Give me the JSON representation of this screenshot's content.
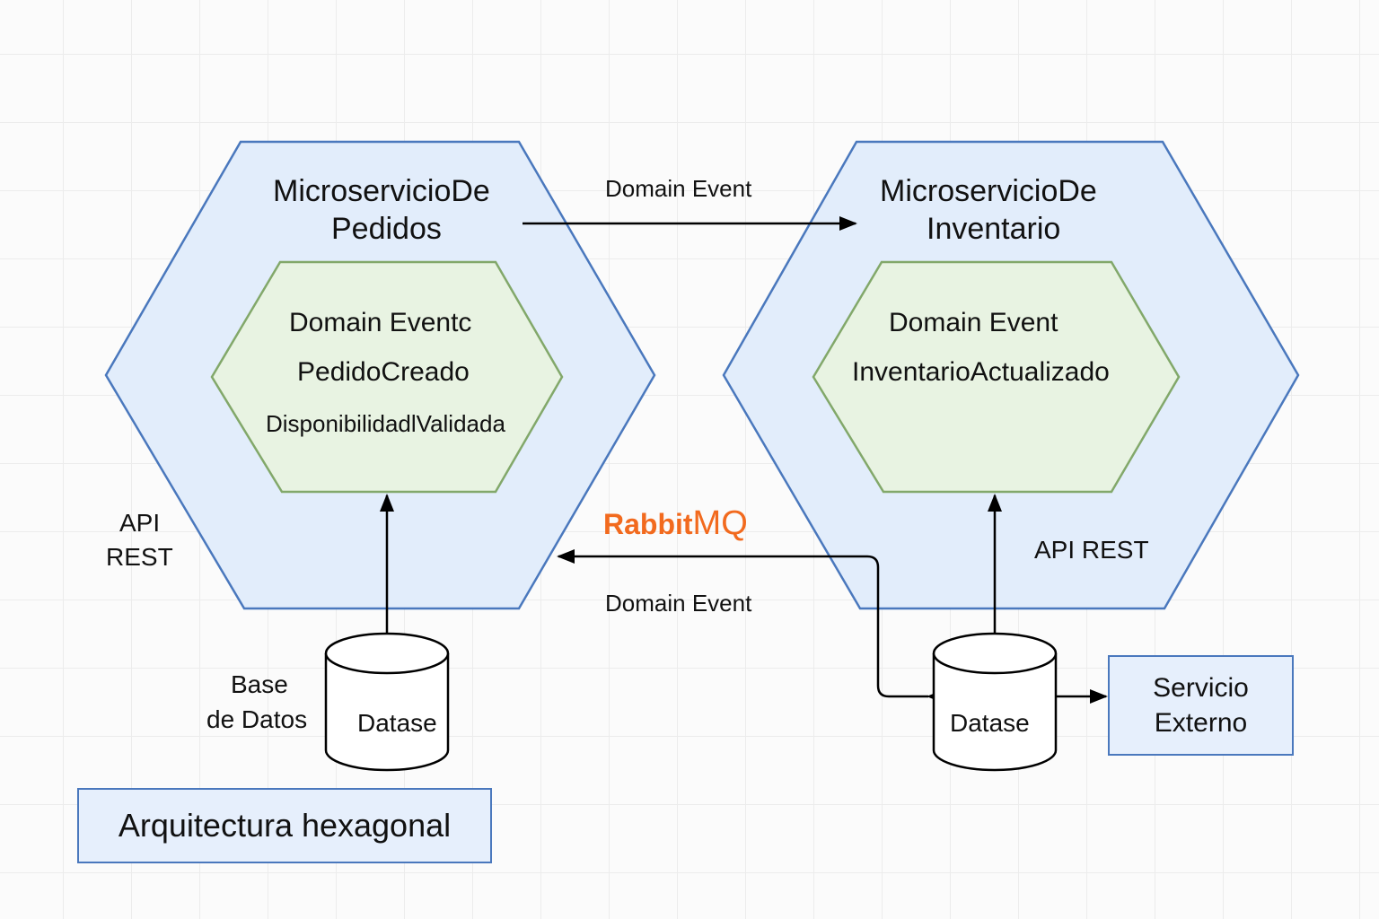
{
  "diagram": {
    "service_left": {
      "title_line1": "MicroservicioDe",
      "title_line2": "Pedidos",
      "core_line1": "Domain Eventc",
      "core_line2": "PedidoCreado",
      "core_line3": "DisponibilidadlValidada",
      "api_line1": "API",
      "api_line2": "REST"
    },
    "service_right": {
      "title_line1": "MicroservicioDe",
      "title_line2": "Inventario",
      "core_line1": "Domain Event",
      "core_line2": "InventarioActualizado",
      "api_label": "API REST"
    },
    "edges": {
      "top_label": "Domain Event",
      "bottom_label": "Domain Event",
      "broker_part1": "Rabbit",
      "broker_part2": "MQ"
    },
    "db_left": {
      "side_line1": "Base",
      "side_line2": "de Datos",
      "label": "Datase"
    },
    "db_right": {
      "label": "Datase"
    },
    "external_service": {
      "line1": "Servicio",
      "line2": "Externo"
    },
    "caption": "Arquitectura hexagonal",
    "colors": {
      "hex_fill": "#e2edfb",
      "hex_stroke": "#4a78bd",
      "core_fill": "#e8f3e2",
      "core_stroke": "#82a86a",
      "rabbitmq": "#f26a1e"
    }
  }
}
